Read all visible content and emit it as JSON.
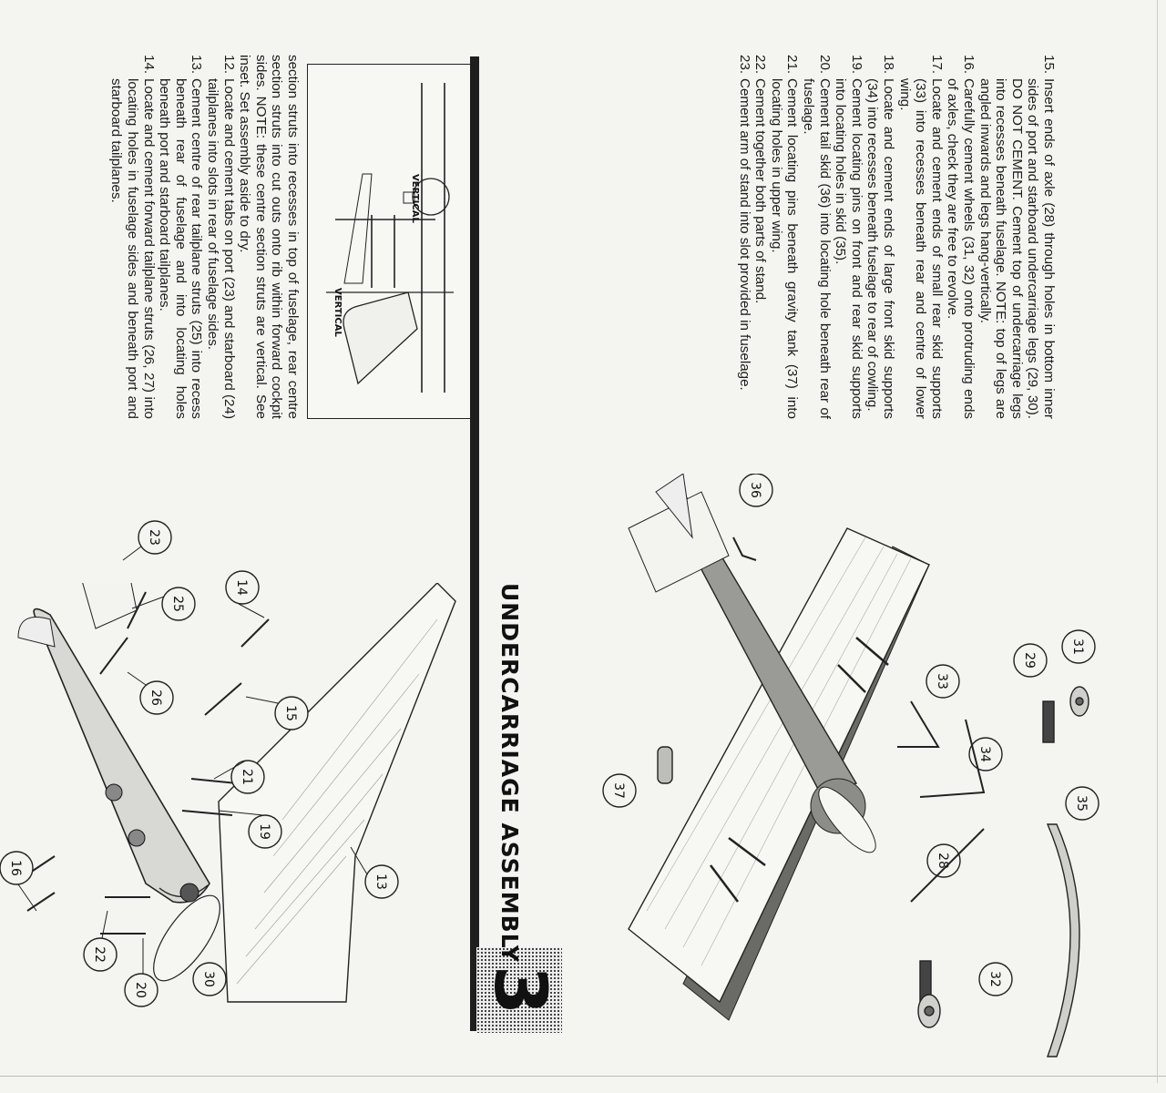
{
  "section": {
    "number": "3",
    "title": "UNDERCARRIAGE ASSEMBLY"
  },
  "part_a": {
    "lead": "section struts into recesses in top of fuselage, rear centre section struts into cut outs onto rib within forward cockpit sides. NOTE: these centre section struts are vertical. See inset. Set assembly aside to dry.",
    "steps": [
      {
        "num": "12.",
        "text": "Locate and cement tabs on port (23) and starboard (24) tailplanes into slots in rear of fuselage sides."
      },
      {
        "num": "13.",
        "text": "Cement centre of rear tailplane struts (25) into recess beneath rear of fuselage and into locating holes beneath port and starboard tailplanes."
      },
      {
        "num": "14.",
        "text": "Locate and cement forward tailplane struts (26, 27) into locating holes in fuselage sides and beneath port and starboard tailplanes."
      }
    ]
  },
  "inset": {
    "label_1": "VERTICAL",
    "label_2": "VERTICAL"
  },
  "part_b": {
    "steps": [
      {
        "num": "15.",
        "text": "Insert ends of axle (28) through holes in bottom inner sides of port and starboard undercarriage legs (29, 30). DO NOT CEMENT. Cement top of undercarriage legs into recesses beneath fuselage. NOTE: top of legs are angled inwards and legs hang-vertically."
      },
      {
        "num": "16.",
        "text": "Carefully cement wheels (31, 32) onto protruding ends of axles, check they are free to revolve."
      },
      {
        "num": "17.",
        "text": "Locate and cement ends of small rear skid supports (33) into recesses beneath rear and centre of lower wing."
      },
      {
        "num": "18.",
        "text": "Locate and cement ends of large front skid supports (34) into recesses beneath fuselage to rear of cowling."
      },
      {
        "num": "19.",
        "text": "Cement locating pins on front and rear skid supports into locating holes in skid (35)."
      },
      {
        "num": "20.",
        "text": "Cement tail skid (36) into locating hole beneath rear of fuselage."
      },
      {
        "num": "21.",
        "text": "Cement locating pins beneath gravity tank (37) into locating holes in upper wing."
      },
      {
        "num": "22.",
        "text": "Cement together both parts of stand."
      },
      {
        "num": "23.",
        "text": "Cement arm of stand into slot provided in fuselage."
      }
    ]
  },
  "callouts_top": [
    "16",
    "22",
    "20",
    "19",
    "21",
    "13",
    "26",
    "15",
    "25",
    "14",
    "23"
  ],
  "callouts_bottom": [
    "30",
    "32",
    "28",
    "35",
    "34",
    "33",
    "29",
    "31",
    "37",
    "36"
  ]
}
